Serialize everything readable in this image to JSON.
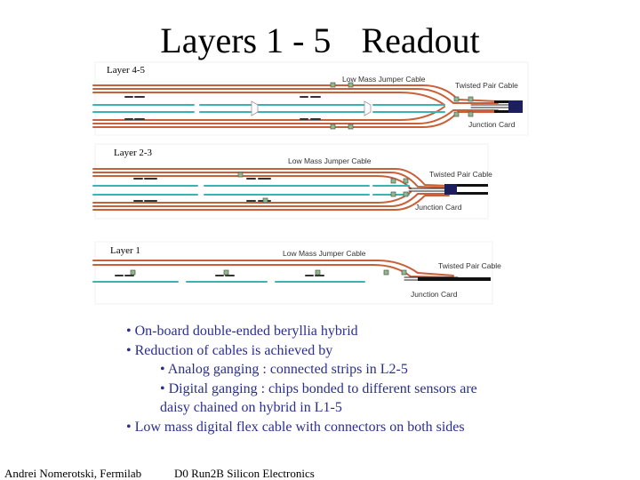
{
  "slide": {
    "title_left": "Layers 1 - 5",
    "title_right": "Readout"
  },
  "diagram": {
    "panels": [
      {
        "label": "Layer 4-5",
        "cable_top": "Low Mass Jumper Cable",
        "cable_right": "Twisted Pair Cable",
        "board": "Junction Card"
      },
      {
        "label": "Layer 2-3",
        "cable_top": "Low Mass Jumper Cable",
        "cable_right": "Twisted Pair Cable",
        "board": "Junction Card"
      },
      {
        "label": "Layer 1",
        "cable_top": "Low Mass Jumper Cable",
        "cable_right": "Twisted Pair Cable",
        "board": "Junction Card"
      }
    ]
  },
  "bullets": [
    {
      "text": "• On-board double-ended beryllia hybrid",
      "level": 0
    },
    {
      "text": "• Reduction of cables is achieved by",
      "level": 0
    },
    {
      "text": "• Analog ganging : connected strips in L2-5",
      "level": 1
    },
    {
      "text": "• Digital ganging : chips bonded to different sensors are",
      "level": 1
    },
    {
      "text": "daisy chained on hybrid in L1-5",
      "level": 2
    },
    {
      "text": "• Low mass digital flex cable with connectors on both sides",
      "level": 0
    }
  ],
  "footer": {
    "author": "Andrei Nomerotski, Fermilab",
    "talk": "D0 Run2B Silicon Electronics"
  },
  "colors": {
    "cable": "#c8613a",
    "sensor": "#3bb3b3",
    "chip": "#333333",
    "connector": "#8fb98a",
    "bullet_text": "#2b2f8c"
  }
}
